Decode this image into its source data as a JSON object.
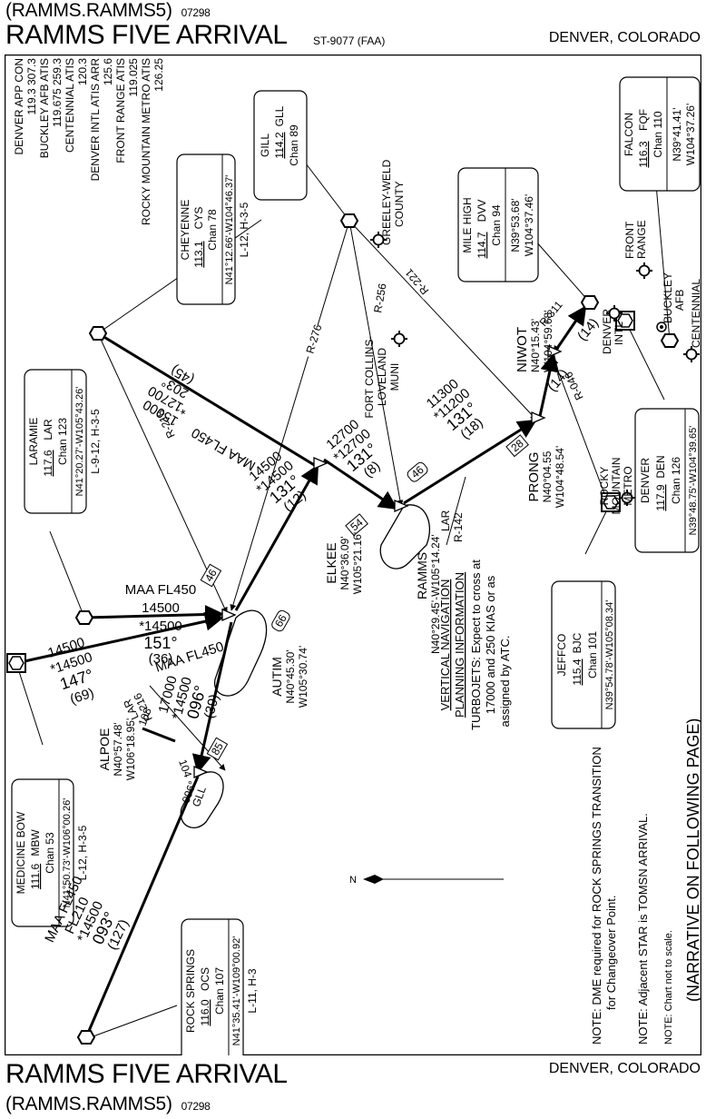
{
  "header": {
    "computer_code": "(RAMMS.RAMMS5)",
    "amendment": "07298",
    "title": "RAMMS FIVE ARRIVAL",
    "chart_number": "ST-9077 (FAA)",
    "location": "DENVER, COLORADO"
  },
  "footer": {
    "title": "RAMMS FIVE ARRIVAL",
    "location": "DENVER, COLORADO",
    "computer_code": "(RAMMS.RAMMS5)",
    "amendment": "07298"
  },
  "communications": [
    {
      "name": "DENVER APP CON",
      "freq": "119.3  307.3"
    },
    {
      "name": "BUCKLEY AFB ATIS",
      "freq": "119.675  259.3"
    },
    {
      "name": "CENTENNIAL ATIS",
      "freq": "120.3"
    },
    {
      "name": "DENVER INTL ATIS ARR",
      "freq": "125.6"
    },
    {
      "name": "FRONT RANGE ATIS",
      "freq": "119.025"
    },
    {
      "name": "ROCKY MOUNTAIN METRO ATIS",
      "freq": "126.25"
    }
  ],
  "navaids": {
    "gill": {
      "name": "GILL",
      "freq": "114.2",
      "ident": "GLL",
      "chan": "Chan 89"
    },
    "cheyenne": {
      "name": "CHEYENNE",
      "freq": "113.1",
      "ident": "CYS",
      "chan": "Chan 78",
      "coords": "N41°12.66'-W104°46.37'",
      "charts": "L-12, H-3-5"
    },
    "mile_high": {
      "name": "MILE HIGH",
      "freq": "114.7",
      "ident": "DVV",
      "chan": "Chan 94",
      "lat": "N39°53.68'",
      "lon": "W104°37.46'"
    },
    "falcon": {
      "name": "FALCON",
      "freq": "116.3",
      "ident": "FQF",
      "chan": "Chan 110",
      "lat": "N39°41.41'",
      "lon": "W104°37.26'"
    },
    "laramie": {
      "name": "LARAMIE",
      "freq": "117.6",
      "ident": "LAR",
      "chan": "Chan 123",
      "coords": "N41°20.27'-W105°43.26'",
      "charts": "L-9-12, H-3-5"
    },
    "denver": {
      "name": "DENVER",
      "freq": "117.9",
      "ident": "DEN",
      "chan": "Chan 126",
      "coords": "N39°48.75'-W104°39.65'"
    },
    "jeffco": {
      "name": "JEFFCO",
      "freq": "115.4",
      "ident": "BJC",
      "chan": "Chan 101",
      "coords": "N39°54.78'-W105°08.34'"
    },
    "medicine_bow": {
      "name": "MEDICINE BOW",
      "freq": "111.6",
      "ident": "MBW",
      "chan": "Chan 53",
      "coords": "N41°50.73'-W106°00.26'",
      "charts": "L-12, H-3-5"
    },
    "rock_springs": {
      "name": "ROCK SPRINGS",
      "freq": "116.0",
      "ident": "OCS",
      "chan": "Chan 107",
      "coords": "N41°35.41'-W109°00.92'",
      "charts": "L-11, H-3"
    }
  },
  "airports": {
    "greeley": "GREELEY-WELD COUNTY",
    "greeley_l1": "GREELEY-WELD",
    "greeley_l2": "COUNTY",
    "fort_collins_l1": "FORT COLLINS-",
    "fort_collins_l2": "LOVELAND",
    "fort_collins_l3": "MUNI",
    "front_range_l1": "FRONT",
    "front_range_l2": "RANGE",
    "denver_intl_l1": "DENVER",
    "denver_intl_l2": "INTL",
    "buckley_l1": "BUCKLEY",
    "buckley_l2": "AFB",
    "centennial": "CENTENNIAL",
    "rmm_l1": "ROCKY",
    "rmm_l2": "MOUNTAIN",
    "rmm_l3": "METRO"
  },
  "fixes": {
    "niwot": {
      "name": "NIWOT",
      "lat": "N40°15.43'",
      "lon": "W104°59.68'"
    },
    "prong": {
      "name": "PRONG",
      "lat": "N40°04.55",
      "lon": "W104°48.54'"
    },
    "ramms": {
      "name": "RAMMS",
      "coords": "N40°29.45'-W105°14.24'"
    },
    "elkee": {
      "name": "ELKEE",
      "lat": "N40°36.09'",
      "lon": "W105°21.16'"
    },
    "autim": {
      "name": "AUTIM",
      "lat": "N40°45.30'",
      "lon": "W105°30.74'"
    },
    "alpoe": {
      "name": "ALPOE",
      "lat": "N40°57.48'",
      "lon": "W106°18.95'"
    }
  },
  "radials": {
    "r276": "R-276",
    "r256": "R-256",
    "r221": "R-221",
    "r218": "R-218",
    "r311": "R-311",
    "r046": "R-046",
    "r142_l1": "LAR",
    "r142_l2": "R-142",
    "r216_l1": "LAR",
    "r216_l2": "R-216"
  },
  "segments": {
    "cheyenne": {
      "maa": "MAA FL450",
      "mea": "15000",
      "moca": "*12700",
      "course": "203°",
      "dist": "(45)"
    },
    "laramie": {
      "maa": "MAA FL450",
      "mea": "14500",
      "moca": "*14500",
      "course": "151°",
      "dist": "(36)"
    },
    "medicine_bow": {
      "maa": "MAA FL450",
      "mea": "14500",
      "moca": "*14500",
      "course": "147°",
      "dist": "(69)"
    },
    "alpoe": {
      "mea": "17000",
      "moca": "*14500",
      "course": "096°",
      "dist": "(39)"
    },
    "rock_springs": {
      "maa": "MAA FL450",
      "mea": "FL210",
      "moca": "*14500",
      "course": "093°",
      "dist": "(127)"
    },
    "autim_elkee": {
      "mea": "14500",
      "moca": "*14500",
      "course": "131°",
      "dist": "(12)"
    },
    "elkee_ramms": {
      "mea": "12700",
      "moca": "*12700",
      "course": "131°",
      "dist": "(8)"
    },
    "ramms_niwot": {
      "mea": "11300",
      "moca": "*11200",
      "course": "131°",
      "dist": "(18)"
    },
    "niwot_prong": {
      "dist": "(14)"
    },
    "prong_dvv": {
      "dist": "(14)"
    }
  },
  "dme": {
    "d46a": "46",
    "d46b": "46",
    "d66": "66",
    "d54": "54",
    "d28": "28",
    "d85": "85"
  },
  "holding": {
    "alpoe_course": "096°",
    "alpoe_nav": "GLL"
  },
  "changeover": {
    "c108": "108",
    "c104": "104"
  },
  "vnav": {
    "title_l1": "VERTICAL NAVIGATION",
    "title_l2": "PLANNING INFORMATION",
    "text_l1": "TURBOJETS:  Expect to cross at",
    "text_l2": "17000 and 250 KIAS or as",
    "text_l3": "assigned by ATC."
  },
  "north_arrow": "N",
  "notes": {
    "n1_l1": "NOTE:  DME required for ROCK SPRINGS TRANSITION",
    "n1_l2": "for Changeover Point.",
    "n2": "NOTE:  Adjacent STAR is TOMSN ARRIVAL.",
    "n3": "NOTE:  Chart not to scale.",
    "narrative": "(NARRATIVE ON FOLLOWING PAGE)"
  }
}
